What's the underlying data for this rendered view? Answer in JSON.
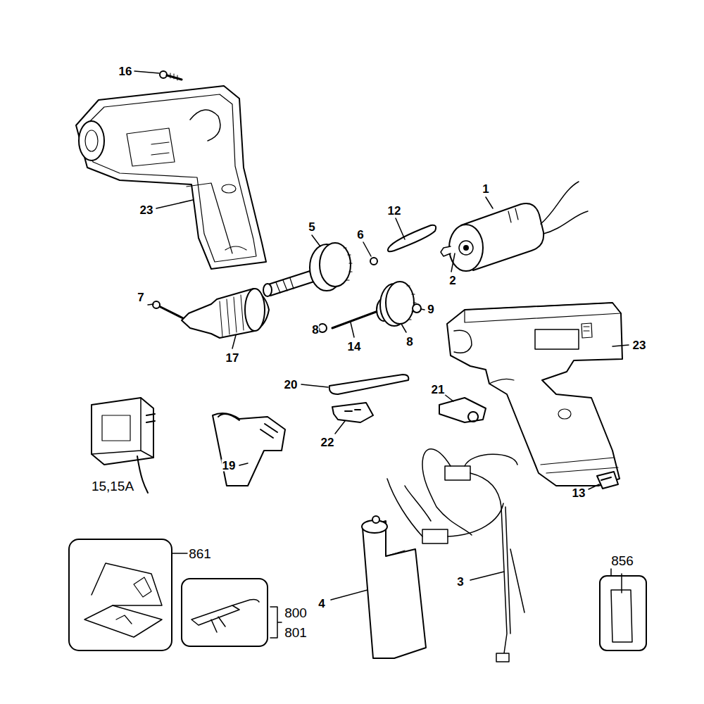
{
  "diagram": {
    "labels": [
      "16",
      "23",
      "5",
      "6",
      "12",
      "1",
      "2",
      "7",
      "8",
      "9",
      "14",
      "8",
      "17",
      "23",
      "20",
      "21",
      "22",
      "15,15A",
      "19",
      "13",
      "861",
      "856",
      "800",
      "801",
      "3",
      "4"
    ]
  }
}
